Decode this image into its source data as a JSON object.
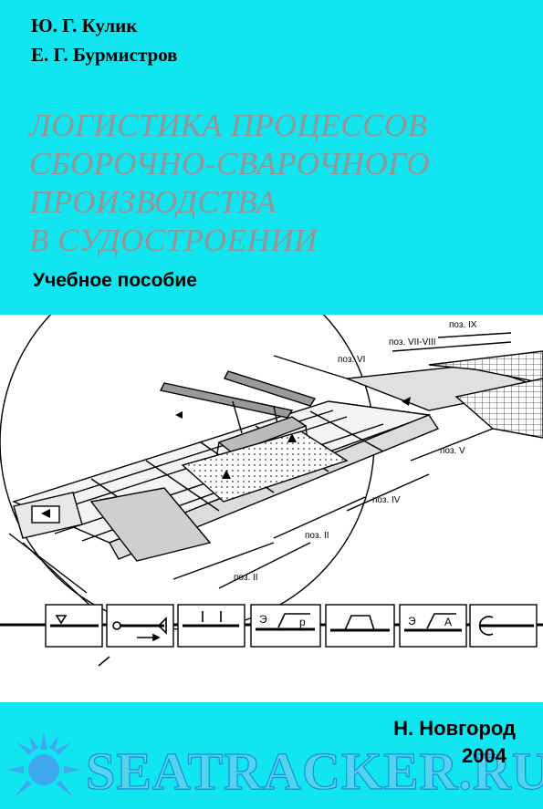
{
  "authors": [
    "Ю. Г. Кулик",
    "Е. Г. Бурмистров"
  ],
  "title_lines": [
    "ЛОГИСТИКА ПРОЦЕССОВ",
    "СБОРОЧНО-СВАРОЧНОГО",
    "ПРОИЗВОДСТВА",
    "В СУДОСТРОЕНИИ"
  ],
  "subtitle": "Учебное пособие",
  "city": "Н. Новгород",
  "year": "2004",
  "watermark": "SEATRACKER.RU",
  "colors": {
    "band": "#11e6f0",
    "title": "#959595",
    "watermark": "#5fd0ee"
  },
  "illustration": {
    "positions": [
      "поз. IX",
      "поз. VII-VIII",
      "поз. VI",
      "поз. V",
      "поз. IV",
      "поз. II",
      "поз. II"
    ],
    "flow_symbols": [
      "Э",
      "р",
      "Э",
      "А"
    ]
  }
}
